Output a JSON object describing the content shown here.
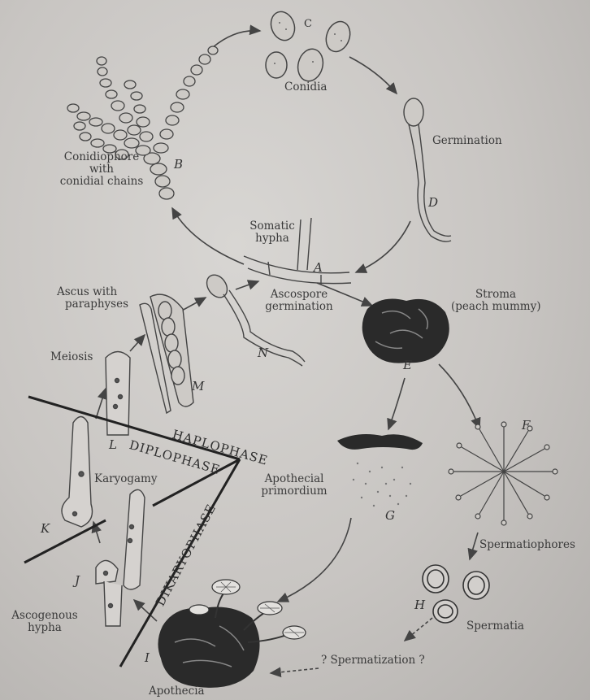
{
  "labels": {
    "conidia": "Conidia",
    "germination": "Germination",
    "conidiophore": [
      "Conidiophore",
      "with",
      "conidial chains"
    ],
    "somatic_hypha": [
      "Somatic",
      "hypha"
    ],
    "ascospore_germination": [
      "Ascospore",
      "germination"
    ],
    "stroma": [
      "Stroma",
      "(peach mummy)"
    ],
    "ascus": [
      "Ascus with",
      "paraphyses"
    ],
    "meiosis": "Meiosis",
    "karyogamy": "Karyogamy",
    "apothecial_primordium": [
      "Apothecial",
      "primordium"
    ],
    "spermatiophores": "Spermatiophores",
    "spermatia": "Spermatia",
    "spermatization": "? Spermatization ?",
    "ascogenous_hypha": [
      "Ascogenous",
      "hypha"
    ],
    "apothecia": "Apothecia"
  },
  "phases": {
    "haplophase": "HAPLOPHASE",
    "diplophase": "DIPLOPHASE",
    "dikaryophase": "DIKARYOPHASE"
  },
  "letters": {
    "A": "A",
    "B": "B",
    "C": "C",
    "D": "D",
    "E": "E",
    "F": "F",
    "G": "G",
    "H": "H",
    "I": "I",
    "J": "J",
    "K": "K",
    "L": "L",
    "M": "M",
    "N": "N"
  }
}
